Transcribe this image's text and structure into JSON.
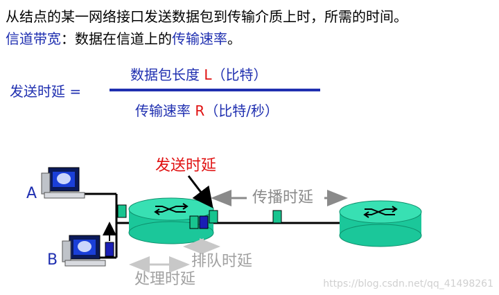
{
  "text": {
    "line1": "从结点的某一网络接口发送数据包到传输介质上时，所需的时间。",
    "line2_term": "信道带宽",
    "line2_colon": "：",
    "line2_mid": "数据在信道上的",
    "line2_rate": "传输速率",
    "line2_end": "。"
  },
  "formula": {
    "lhs": "发送时延 =",
    "numerator_a": "数据包长度 ",
    "numerator_var": "L",
    "numerator_b": "（比特）",
    "denominator_a": "传输速率 ",
    "denominator_var": "R",
    "denominator_b": "（比特/秒）"
  },
  "diagram": {
    "host_a_label": "A",
    "host_b_label": "B",
    "transmission_delay_label": "发送时延",
    "propagation_delay_label": "传播时延",
    "queuing_delay_label": "排队时延",
    "processing_delay_label": "处理时延"
  },
  "watermark": "https://blog.csdn.net/qq_41498261",
  "colors": {
    "blue_text": "#1f2fb0",
    "red_text": "#e01010",
    "router_fill": "#1bc79a",
    "packet_fill": "#18c48f",
    "queued_packet": "#1a1fb5",
    "gray_label": "#8a8a8a"
  }
}
